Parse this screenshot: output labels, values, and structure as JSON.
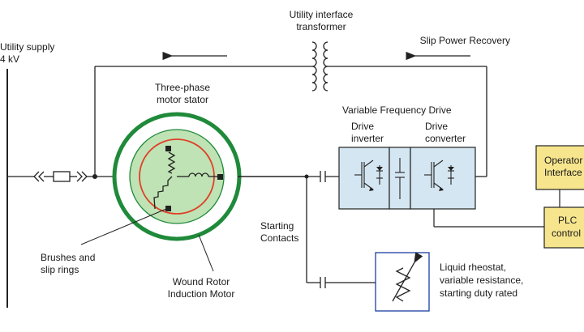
{
  "labels": {
    "utility_supply_line1": "Utility supply",
    "utility_supply_line2": "4 kV",
    "transformer_line1": "Utility interface",
    "transformer_line2": "transformer",
    "slip_power_recovery": "Slip Power Recovery",
    "stator_line1": "Three-phase",
    "stator_line2": "motor stator",
    "vfd_title": "Variable Frequency Drive",
    "inverter_line1": "Drive",
    "inverter_line2": "inverter",
    "converter_line1": "Drive",
    "converter_line2": "converter",
    "operator_line1": "Operator",
    "operator_line2": "Interface",
    "plc_line1": "PLC",
    "plc_line2": "control",
    "starting_line1": "Starting",
    "starting_line2": "Contacts",
    "brushes_line1": "Brushes and",
    "brushes_line2": "slip rings",
    "wound_line1": "Wound Rotor",
    "wound_line2": "Induction Motor",
    "rheostat_line1": "Liquid rheostat,",
    "rheostat_line2": "variable resistance,",
    "rheostat_line3": "starting duty rated"
  },
  "colors": {
    "stator_ring": "#1f8a3a",
    "rotor_fill": "#bfe3b4",
    "slip_ring": "#e0402a",
    "vfd_fill": "#d4e6f1",
    "control_fill": "#f6e58d",
    "line": "#222222"
  }
}
